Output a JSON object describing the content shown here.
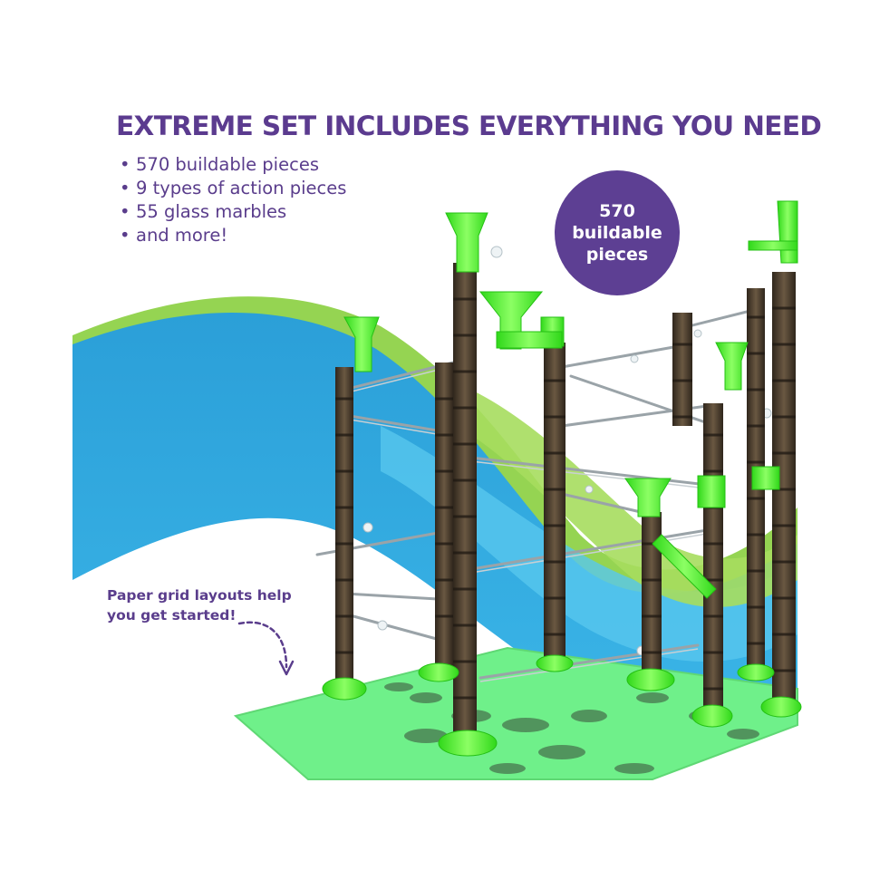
{
  "headline": "EXTREME SET INCLUDES EVERYTHING YOU NEED",
  "features": [
    {
      "bullet": "•",
      "text": "570 buildable pieces"
    },
    {
      "bullet": "•",
      "text": "9 types of action pieces"
    },
    {
      "bullet": "•",
      "text": "55 glass marbles"
    },
    {
      "bullet": "•",
      "text": "and more!"
    }
  ],
  "badge": {
    "line1": "570",
    "line2": "buildable",
    "line3": "pieces"
  },
  "grid_note": {
    "line1": "Paper grid layouts help",
    "line2": "you get started!"
  },
  "colors": {
    "headline": "#5b3b8f",
    "badge": "#5d3f93",
    "wave_blue": "#2ea8de",
    "wave_light_blue": "#4fc1ec",
    "wave_green": "#8fd24f",
    "neon_green": "#4cff2e",
    "column_brown": "#4a3a2a",
    "grid_mat": "#6bef7a"
  },
  "icons": [
    "curved-dashed-arrow-icon"
  ]
}
